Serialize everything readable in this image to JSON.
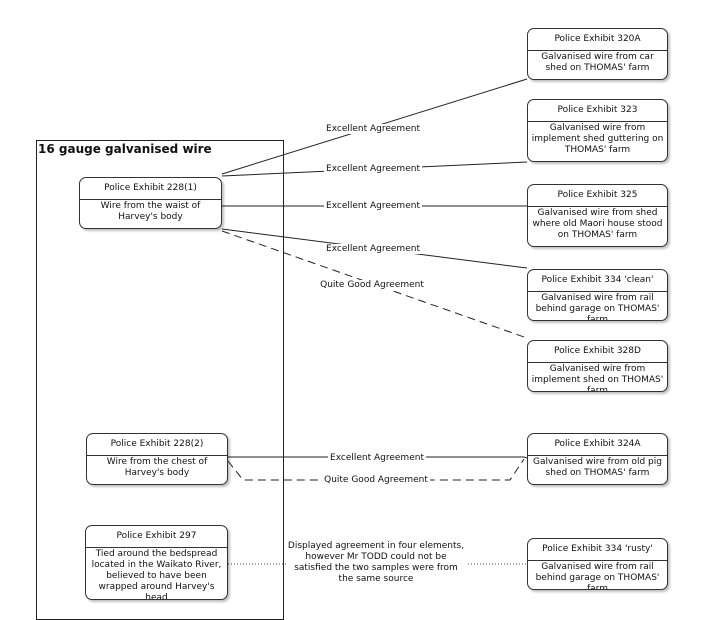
{
  "group": {
    "title": "16 gauge galvanised wire",
    "nodes": [
      {
        "title": "Police Exhibit 228(1)",
        "desc": "Wire from the waist of Harvey's body"
      },
      {
        "title": "Police Exhibit 228(2)",
        "desc": "Wire from the chest of Harvey's body"
      },
      {
        "title": "Police Exhibit 297",
        "desc": "Tied around the bedspread located in the Waikato River, believed to have been wrapped around Harvey's head"
      }
    ]
  },
  "exhibits": [
    {
      "title": "Police Exhibit 320A",
      "desc": "Galvanised wire from car shed on THOMAS' farm"
    },
    {
      "title": "Police Exhibit 323",
      "desc": "Galvanised wire from implement shed guttering on THOMAS' farm"
    },
    {
      "title": "Police Exhibit 325",
      "desc": "Galvanised wire from shed where old Maori house stood on THOMAS' farm"
    },
    {
      "title": "Police Exhibit 334 'clean'",
      "desc": "Galvanised wire from rail behind garage on THOMAS' farm"
    },
    {
      "title": "Police Exhibit 328D",
      "desc": "Galvanised wire from implement shed on THOMAS' farm"
    },
    {
      "title": "Police Exhibit 324A",
      "desc": "Galvanised wire from old pig shed on THOMAS' farm"
    },
    {
      "title": "Police Exhibit 334 'rusty'",
      "desc": "Galvanised wire from rail behind garage on THOMAS' farm"
    }
  ],
  "edges": [
    {
      "label": "Excellent Agreement",
      "style": "solid"
    },
    {
      "label": "Excellent Agreement",
      "style": "solid"
    },
    {
      "label": "Excellent Agreement",
      "style": "solid"
    },
    {
      "label": "Excellent Agreement",
      "style": "solid"
    },
    {
      "label": "Quite Good Agreement",
      "style": "dashed"
    },
    {
      "label": "Excellent Agreement",
      "style": "solid"
    },
    {
      "label": "Quite Good Agreement",
      "style": "dashed"
    }
  ],
  "note": "Displayed agreement in four elements, however Mr TODD could not be satisfied the two samples were from the same source",
  "colors": {
    "line": "#222222",
    "node_border": "#333333",
    "background": "#ffffff"
  }
}
